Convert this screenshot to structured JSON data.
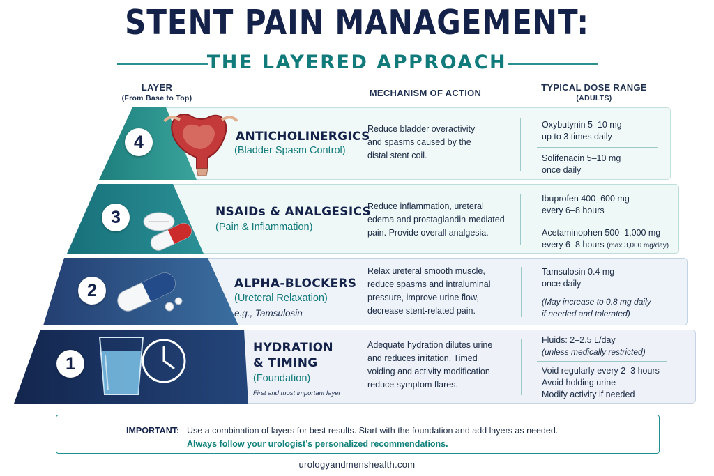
{
  "title": "STENT PAIN MANAGEMENT:",
  "subtitle": "THE LAYERED APPROACH",
  "headers": {
    "layer": "LAYER",
    "layer_sub": "(From Base to Top)",
    "mechanism": "MECHANISM OF ACTION",
    "dose": "TYPICAL DOSE RANGE",
    "dose_sub": "(ADULTS)"
  },
  "layers": [
    {
      "number": "4",
      "name": "ANTICHOLINERGICS",
      "subtitle": "(Bladder Spasm Control)",
      "icon": "bladder-icon",
      "mechanism": [
        "Reduce bladder overactivity",
        "and spasms caused by the",
        "distal stent coil."
      ],
      "dose_a": [
        "Oxybutynin 5–10 mg",
        "up to 3 times daily"
      ],
      "dose_b": [
        "Solifenacin 5–10 mg",
        "once daily"
      ]
    },
    {
      "number": "3",
      "name": "NSAIDs & ANALGESICS",
      "subtitle": "(Pain & Inflammation)",
      "icon": "pills-icon",
      "mechanism": [
        "Reduce inflammation, ureteral",
        "edema and prostaglandin-mediated",
        "pain. Provide overall analgesia."
      ],
      "dose_a": [
        "Ibuprofen 400–600 mg",
        "every 6–8 hours"
      ],
      "dose_b": [
        "Acetaminophen 500–1,000 mg",
        "every 6–8 hours"
      ],
      "dose_b_note": "(max 3,000 mg/day)"
    },
    {
      "number": "2",
      "name": "ALPHA-BLOCKERS",
      "subtitle": "(Ureteral Relaxation)",
      "example": "e.g., Tamsulosin",
      "icon": "capsule-icon",
      "mechanism": [
        "Relax ureteral smooth muscle,",
        "reduce spasms and intraluminal",
        "pressure, improve urine flow,",
        "decrease stent-related pain."
      ],
      "dose_a": [
        "Tamsulosin 0.4 mg",
        "once daily"
      ],
      "dose_b": [
        "(May increase to 0.8 mg daily",
        "if needed and tolerated)"
      ]
    },
    {
      "number": "1",
      "name_lines": [
        "HYDRATION",
        "& TIMING"
      ],
      "subtitle": "(Foundation)",
      "footnote": "First and most important layer",
      "icons": [
        "water-glass-icon",
        "clock-icon"
      ],
      "mechanism": [
        "Adequate hydration dilutes urine",
        "and reduces irritation. Timed",
        "voiding and activity modification",
        "reduce symptom flares."
      ],
      "dose_a": [
        "Fluids: 2–2.5 L/day",
        "(unless medically restricted)"
      ],
      "dose_b": [
        "Void regularly every 2–3 hours",
        "Avoid holding urine",
        "Modify activity if needed"
      ]
    }
  ],
  "important": {
    "label": "IMPORTANT:",
    "text": "Use a combination of layers for best results. Start with the foundation and add layers as needed.",
    "emphasis": "Always follow your urologist’s personalized recommendations."
  },
  "footer": "urologyandmenshealth.com",
  "colors": {
    "navy": "#14224a",
    "teal": "#127a7a",
    "layer4": "#2c8f8a",
    "layer3": "#1f7f86",
    "layer2": "#2e5a8a",
    "layer1": "#1a3360"
  }
}
